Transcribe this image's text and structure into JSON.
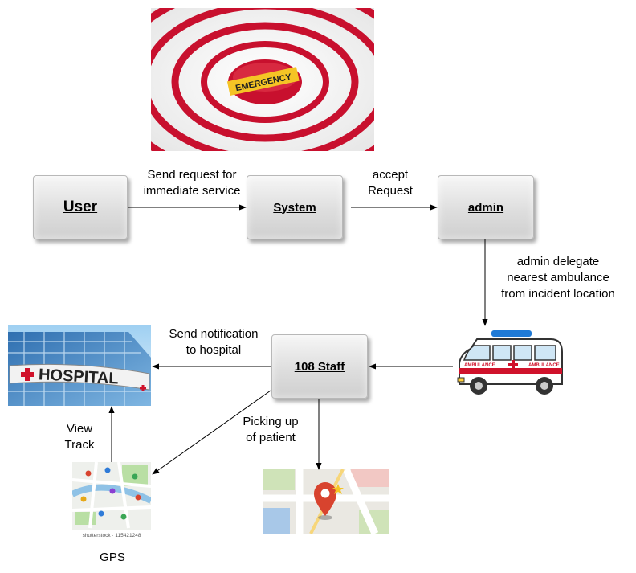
{
  "images": {
    "emergency_badge": "EMERGENCY",
    "hospital_sign": "HOSPITAL",
    "ambulance_text": "AMBULANCE",
    "gps_watermark": "shutterstock · 115421248"
  },
  "nodes": {
    "user": "User",
    "system": "System",
    "admin": "admin",
    "staff": "108 Staff"
  },
  "edges": {
    "user_system_line1": "Send request for",
    "user_system_line2": "immediate service",
    "system_admin_line1": "accept",
    "system_admin_line2": "Request",
    "admin_ambulance_line1": "admin delegate",
    "admin_ambulance_line2": "nearest ambulance",
    "admin_ambulance_line3": "from incident location",
    "staff_hospital_line1": "Send notification",
    "staff_hospital_line2": "to hospital",
    "staff_patient_line1": "Picking up",
    "staff_patient_line2": "of patient",
    "gps_hospital_line1": "View",
    "gps_hospital_line2": "Track"
  },
  "captions": {
    "gps": "GPS"
  },
  "colors": {
    "emergency_red": "#d0122b",
    "badge_yellow": "#f5c425",
    "ambulance_red": "#d0122b",
    "siren_blue": "#1f7ad6",
    "map_pin": "#d8432e"
  }
}
